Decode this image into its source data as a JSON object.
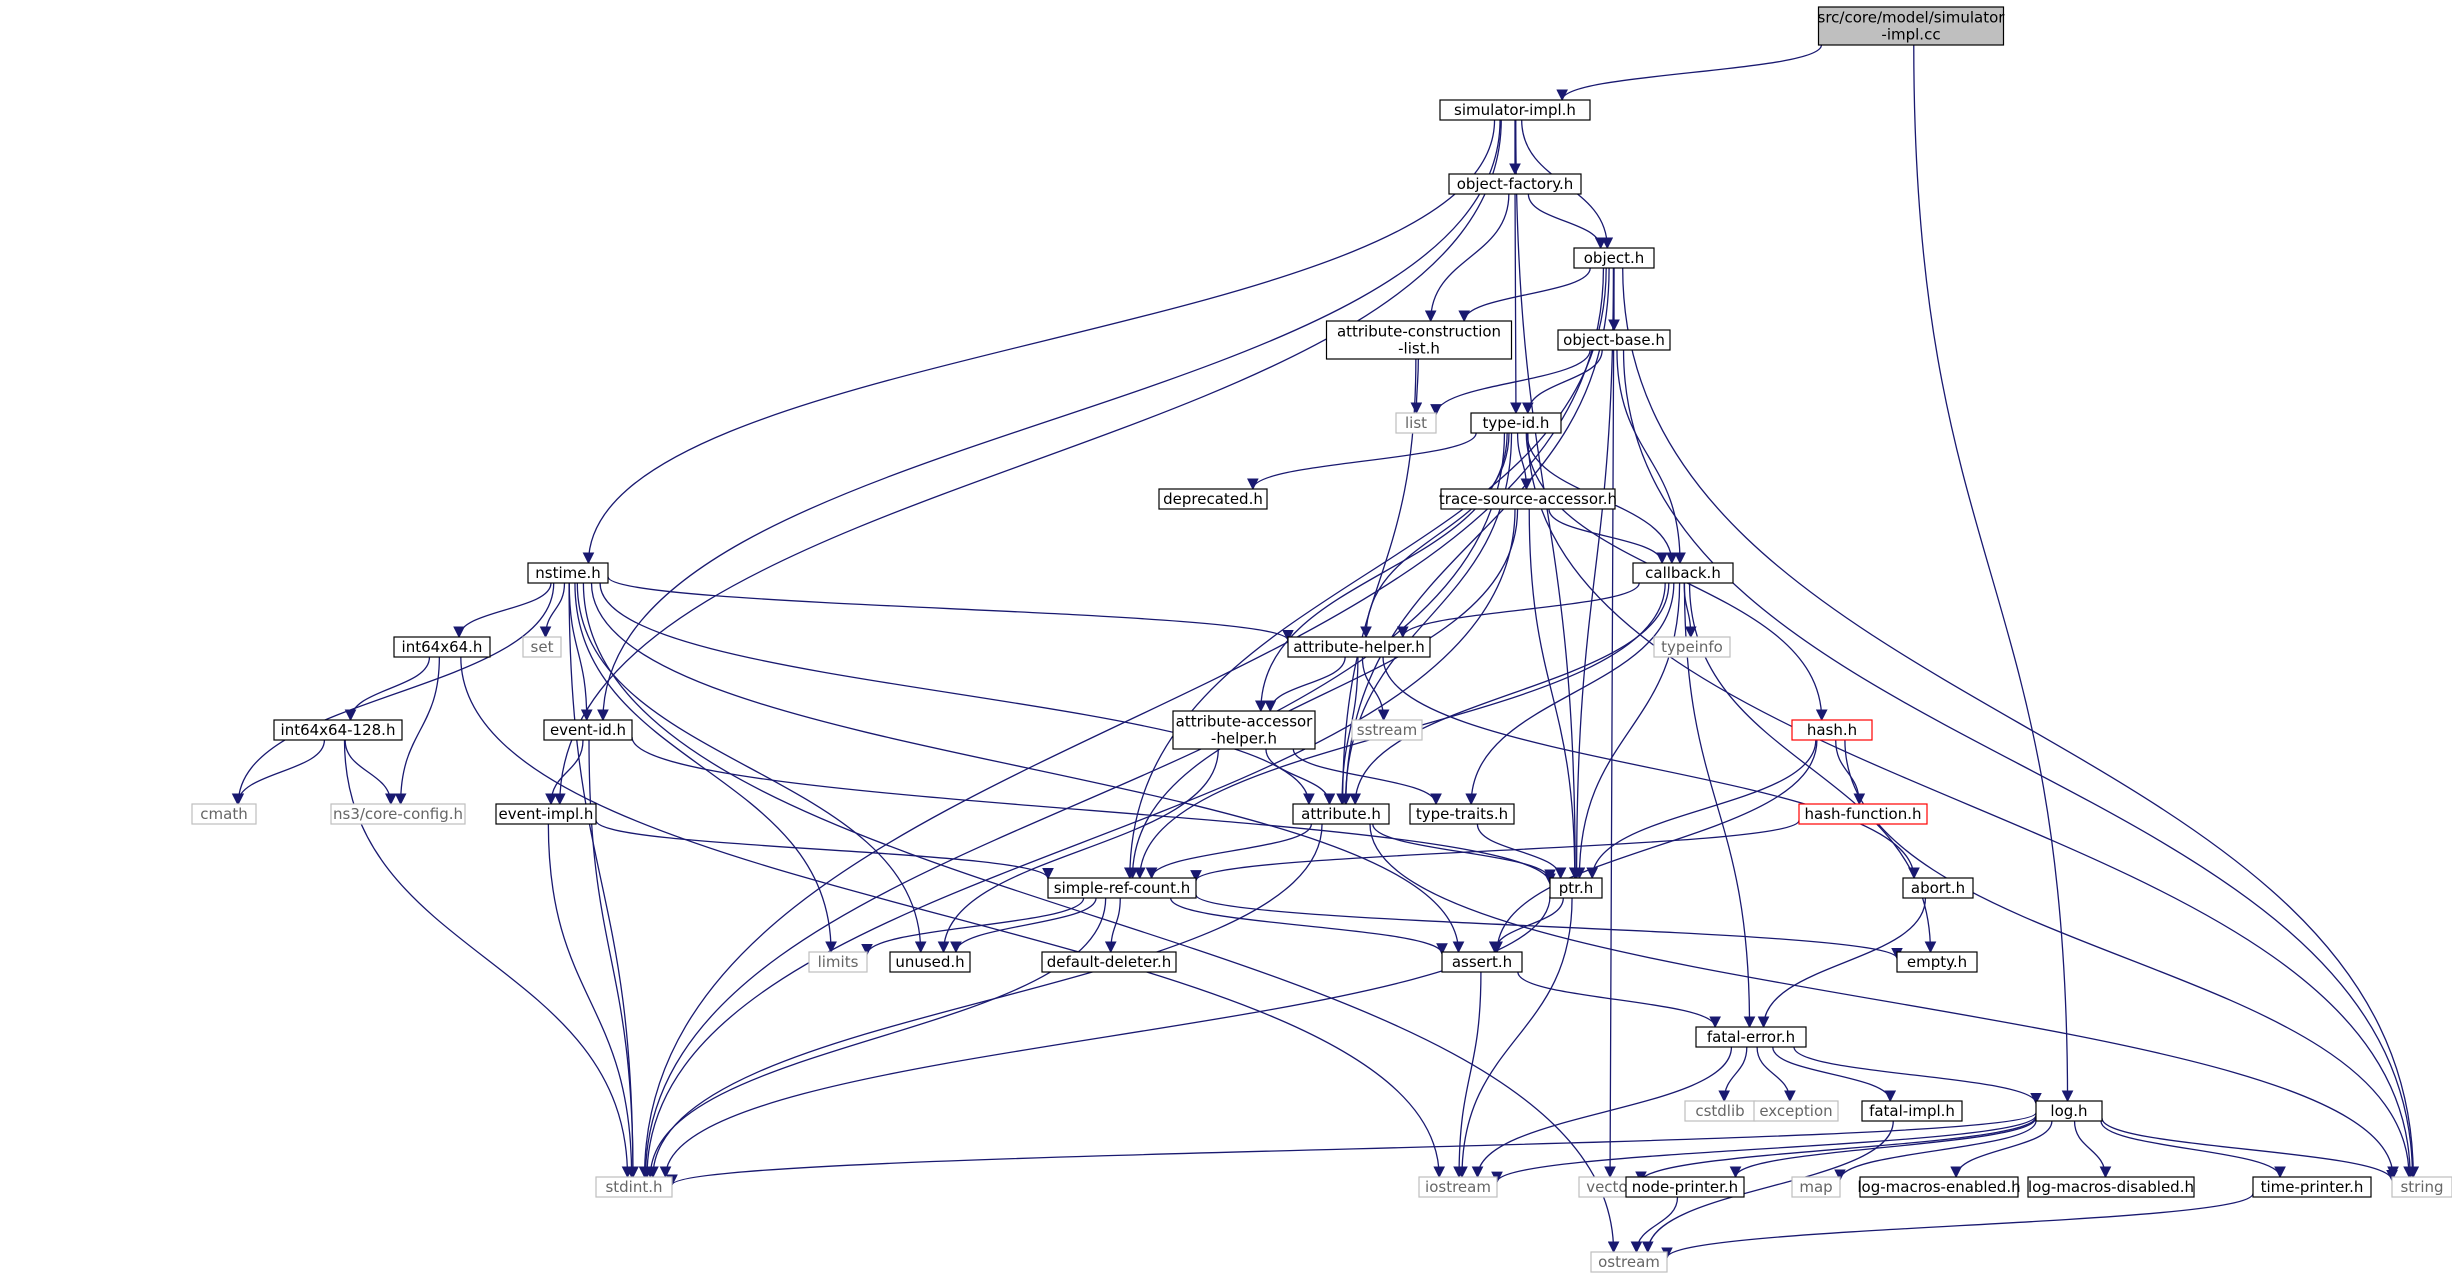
{
  "graph": {
    "nodes": [
      {
        "id": "root",
        "lines": [
          "src/core/model/simulator",
          "-impl.cc"
        ],
        "kind": "root"
      },
      {
        "id": "simulator-impl.h",
        "lines": [
          "simulator-impl.h"
        ],
        "kind": "file"
      },
      {
        "id": "object-factory.h",
        "lines": [
          "object-factory.h"
        ],
        "kind": "file"
      },
      {
        "id": "object.h",
        "lines": [
          "object.h"
        ],
        "kind": "file"
      },
      {
        "id": "attribute-construction-list.h",
        "lines": [
          "attribute-construction",
          "-list.h"
        ],
        "kind": "file"
      },
      {
        "id": "object-base.h",
        "lines": [
          "object-base.h"
        ],
        "kind": "file"
      },
      {
        "id": "list",
        "lines": [
          "list"
        ],
        "kind": "system"
      },
      {
        "id": "type-id.h",
        "lines": [
          "type-id.h"
        ],
        "kind": "file"
      },
      {
        "id": "deprecated.h",
        "lines": [
          "deprecated.h"
        ],
        "kind": "file"
      },
      {
        "id": "trace-source-accessor.h",
        "lines": [
          "trace-source-accessor.h"
        ],
        "kind": "file"
      },
      {
        "id": "nstime.h",
        "lines": [
          "nstime.h"
        ],
        "kind": "file"
      },
      {
        "id": "callback.h",
        "lines": [
          "callback.h"
        ],
        "kind": "file"
      },
      {
        "id": "int64x64.h",
        "lines": [
          "int64x64.h"
        ],
        "kind": "file"
      },
      {
        "id": "set",
        "lines": [
          "set"
        ],
        "kind": "system"
      },
      {
        "id": "attribute-helper.h",
        "lines": [
          "attribute-helper.h"
        ],
        "kind": "file"
      },
      {
        "id": "typeinfo",
        "lines": [
          "typeinfo"
        ],
        "kind": "system"
      },
      {
        "id": "int64x64-128.h",
        "lines": [
          "int64x64-128.h"
        ],
        "kind": "file"
      },
      {
        "id": "event-id.h",
        "lines": [
          "event-id.h"
        ],
        "kind": "file"
      },
      {
        "id": "attribute-accessor-helper.h",
        "lines": [
          "attribute-accessor",
          "-helper.h"
        ],
        "kind": "file"
      },
      {
        "id": "sstream",
        "lines": [
          "sstream"
        ],
        "kind": "system"
      },
      {
        "id": "hash.h",
        "lines": [
          "hash.h"
        ],
        "kind": "incomplete"
      },
      {
        "id": "cmath",
        "lines": [
          "cmath"
        ],
        "kind": "system"
      },
      {
        "id": "ns3/core-config.h",
        "lines": [
          "ns3/core-config.h"
        ],
        "kind": "system"
      },
      {
        "id": "event-impl.h",
        "lines": [
          "event-impl.h"
        ],
        "kind": "file"
      },
      {
        "id": "attribute.h",
        "lines": [
          "attribute.h"
        ],
        "kind": "file"
      },
      {
        "id": "type-traits.h",
        "lines": [
          "type-traits.h"
        ],
        "kind": "file"
      },
      {
        "id": "hash-function.h",
        "lines": [
          "hash-function.h"
        ],
        "kind": "incomplete"
      },
      {
        "id": "simple-ref-count.h",
        "lines": [
          "simple-ref-count.h"
        ],
        "kind": "file"
      },
      {
        "id": "ptr.h",
        "lines": [
          "ptr.h"
        ],
        "kind": "file"
      },
      {
        "id": "abort.h",
        "lines": [
          "abort.h"
        ],
        "kind": "file"
      },
      {
        "id": "limits",
        "lines": [
          "limits"
        ],
        "kind": "system"
      },
      {
        "id": "unused.h",
        "lines": [
          "unused.h"
        ],
        "kind": "file"
      },
      {
        "id": "default-deleter.h",
        "lines": [
          "default-deleter.h"
        ],
        "kind": "file"
      },
      {
        "id": "assert.h",
        "lines": [
          "assert.h"
        ],
        "kind": "file"
      },
      {
        "id": "empty.h",
        "lines": [
          "empty.h"
        ],
        "kind": "file"
      },
      {
        "id": "fatal-error.h",
        "lines": [
          "fatal-error.h"
        ],
        "kind": "file"
      },
      {
        "id": "cstdlib",
        "lines": [
          "cstdlib"
        ],
        "kind": "system"
      },
      {
        "id": "exception",
        "lines": [
          "exception"
        ],
        "kind": "system"
      },
      {
        "id": "fatal-impl.h",
        "lines": [
          "fatal-impl.h"
        ],
        "kind": "file"
      },
      {
        "id": "log.h",
        "lines": [
          "log.h"
        ],
        "kind": "file"
      },
      {
        "id": "stdint.h",
        "lines": [
          "stdint.h"
        ],
        "kind": "system"
      },
      {
        "id": "iostream",
        "lines": [
          "iostream"
        ],
        "kind": "system"
      },
      {
        "id": "vector",
        "lines": [
          "vector"
        ],
        "kind": "system"
      },
      {
        "id": "node-printer.h",
        "lines": [
          "node-printer.h"
        ],
        "kind": "file"
      },
      {
        "id": "map",
        "lines": [
          "map"
        ],
        "kind": "system"
      },
      {
        "id": "log-macros-enabled.h",
        "lines": [
          "log-macros-enabled.h"
        ],
        "kind": "file"
      },
      {
        "id": "log-macros-disabled.h",
        "lines": [
          "log-macros-disabled.h"
        ],
        "kind": "file"
      },
      {
        "id": "time-printer.h",
        "lines": [
          "time-printer.h"
        ],
        "kind": "file"
      },
      {
        "id": "string",
        "lines": [
          "string"
        ],
        "kind": "system"
      },
      {
        "id": "ostream",
        "lines": [
          "ostream"
        ],
        "kind": "system"
      }
    ],
    "edges": [
      [
        "root",
        "simulator-impl.h"
      ],
      [
        "root",
        "log.h"
      ],
      [
        "simulator-impl.h",
        "object-factory.h"
      ],
      [
        "simulator-impl.h",
        "object.h"
      ],
      [
        "simulator-impl.h",
        "nstime.h"
      ],
      [
        "simulator-impl.h",
        "event-id.h"
      ],
      [
        "simulator-impl.h",
        "event-impl.h"
      ],
      [
        "simulator-impl.h",
        "ptr.h"
      ],
      [
        "object-factory.h",
        "object.h"
      ],
      [
        "object-factory.h",
        "attribute-construction-list.h"
      ],
      [
        "object-factory.h",
        "type-id.h"
      ],
      [
        "object.h",
        "attribute-construction-list.h"
      ],
      [
        "object.h",
        "object-base.h"
      ],
      [
        "object.h",
        "attribute.h"
      ],
      [
        "object.h",
        "ptr.h"
      ],
      [
        "object.h",
        "simple-ref-count.h"
      ],
      [
        "object.h",
        "stdint.h"
      ],
      [
        "object.h",
        "string"
      ],
      [
        "object.h",
        "vector"
      ],
      [
        "attribute-construction-list.h",
        "list"
      ],
      [
        "attribute-construction-list.h",
        "attribute.h"
      ],
      [
        "object-base.h",
        "list"
      ],
      [
        "object-base.h",
        "type-id.h"
      ],
      [
        "object-base.h",
        "callback.h"
      ],
      [
        "object-base.h",
        "string"
      ],
      [
        "type-id.h",
        "deprecated.h"
      ],
      [
        "type-id.h",
        "trace-source-accessor.h"
      ],
      [
        "type-id.h",
        "callback.h"
      ],
      [
        "type-id.h",
        "attribute-helper.h"
      ],
      [
        "type-id.h",
        "attribute-accessor-helper.h"
      ],
      [
        "type-id.h",
        "attribute.h"
      ],
      [
        "type-id.h",
        "hash.h"
      ],
      [
        "type-id.h",
        "stdint.h"
      ],
      [
        "type-id.h",
        "string"
      ],
      [
        "trace-source-accessor.h",
        "callback.h"
      ],
      [
        "trace-source-accessor.h",
        "ptr.h"
      ],
      [
        "trace-source-accessor.h",
        "simple-ref-count.h"
      ],
      [
        "trace-source-accessor.h",
        "stdint.h"
      ],
      [
        "callback.h",
        "attribute-helper.h"
      ],
      [
        "callback.h",
        "typeinfo"
      ],
      [
        "callback.h",
        "attribute.h"
      ],
      [
        "callback.h",
        "type-traits.h"
      ],
      [
        "callback.h",
        "ptr.h"
      ],
      [
        "callback.h",
        "simple-ref-count.h"
      ],
      [
        "callback.h",
        "empty.h"
      ],
      [
        "callback.h",
        "fatal-error.h"
      ],
      [
        "nstime.h",
        "int64x64.h"
      ],
      [
        "nstime.h",
        "set"
      ],
      [
        "nstime.h",
        "attribute-helper.h"
      ],
      [
        "nstime.h",
        "event-id.h"
      ],
      [
        "nstime.h",
        "attribute.h"
      ],
      [
        "nstime.h",
        "assert.h"
      ],
      [
        "nstime.h",
        "limits"
      ],
      [
        "nstime.h",
        "unused.h"
      ],
      [
        "nstime.h",
        "cmath"
      ],
      [
        "nstime.h",
        "stdint.h"
      ],
      [
        "nstime.h",
        "ostream"
      ],
      [
        "int64x64.h",
        "int64x64-128.h"
      ],
      [
        "int64x64.h",
        "ns3/core-config.h"
      ],
      [
        "int64x64.h",
        "iostream"
      ],
      [
        "int64x64-128.h",
        "cmath"
      ],
      [
        "int64x64-128.h",
        "ns3/core-config.h"
      ],
      [
        "int64x64-128.h",
        "stdint.h"
      ],
      [
        "attribute-helper.h",
        "attribute-accessor-helper.h"
      ],
      [
        "attribute-helper.h",
        "sstream"
      ],
      [
        "attribute-helper.h",
        "attribute.h"
      ],
      [
        "attribute-helper.h",
        "abort.h"
      ],
      [
        "attribute-accessor-helper.h",
        "attribute.h"
      ],
      [
        "attribute-accessor-helper.h",
        "type-traits.h"
      ],
      [
        "attribute-accessor-helper.h",
        "unused.h"
      ],
      [
        "event-id.h",
        "event-impl.h"
      ],
      [
        "event-id.h",
        "ptr.h"
      ],
      [
        "event-id.h",
        "stdint.h"
      ],
      [
        "event-impl.h",
        "simple-ref-count.h"
      ],
      [
        "event-impl.h",
        "stdint.h"
      ],
      [
        "attribute.h",
        "simple-ref-count.h"
      ],
      [
        "attribute.h",
        "ptr.h"
      ],
      [
        "attribute.h",
        "string"
      ],
      [
        "attribute.h",
        "stdint.h"
      ],
      [
        "hash.h",
        "hash-function.h"
      ],
      [
        "hash.h",
        "ptr.h"
      ],
      [
        "hash.h",
        "assert.h"
      ],
      [
        "hash.h",
        "string"
      ],
      [
        "hash-function.h",
        "simple-ref-count.h"
      ],
      [
        "type-traits.h",
        "ptr.h"
      ],
      [
        "simple-ref-count.h",
        "limits"
      ],
      [
        "simple-ref-count.h",
        "unused.h"
      ],
      [
        "simple-ref-count.h",
        "default-deleter.h"
      ],
      [
        "simple-ref-count.h",
        "assert.h"
      ],
      [
        "simple-ref-count.h",
        "empty.h"
      ],
      [
        "simple-ref-count.h",
        "stdint.h"
      ],
      [
        "ptr.h",
        "assert.h"
      ],
      [
        "ptr.h",
        "iostream"
      ],
      [
        "ptr.h",
        "stdint.h"
      ],
      [
        "abort.h",
        "fatal-error.h"
      ],
      [
        "assert.h",
        "fatal-error.h"
      ],
      [
        "assert.h",
        "iostream"
      ],
      [
        "fatal-error.h",
        "cstdlib"
      ],
      [
        "fatal-error.h",
        "exception"
      ],
      [
        "fatal-error.h",
        "fatal-impl.h"
      ],
      [
        "fatal-error.h",
        "log.h"
      ],
      [
        "fatal-error.h",
        "iostream"
      ],
      [
        "fatal-impl.h",
        "ostream"
      ],
      [
        "log.h",
        "stdint.h"
      ],
      [
        "log.h",
        "iostream"
      ],
      [
        "log.h",
        "vector"
      ],
      [
        "log.h",
        "node-printer.h"
      ],
      [
        "log.h",
        "map"
      ],
      [
        "log.h",
        "log-macros-enabled.h"
      ],
      [
        "log.h",
        "log-macros-disabled.h"
      ],
      [
        "log.h",
        "time-printer.h"
      ],
      [
        "log.h",
        "string"
      ],
      [
        "node-printer.h",
        "ostream"
      ],
      [
        "time-printer.h",
        "ostream"
      ]
    ],
    "colors": {
      "edge": "#191970",
      "file_border": "#000000",
      "system_border": "#bfbfbf",
      "incomplete_border": "#ff0000",
      "root_fill": "#bfbfbf"
    }
  }
}
